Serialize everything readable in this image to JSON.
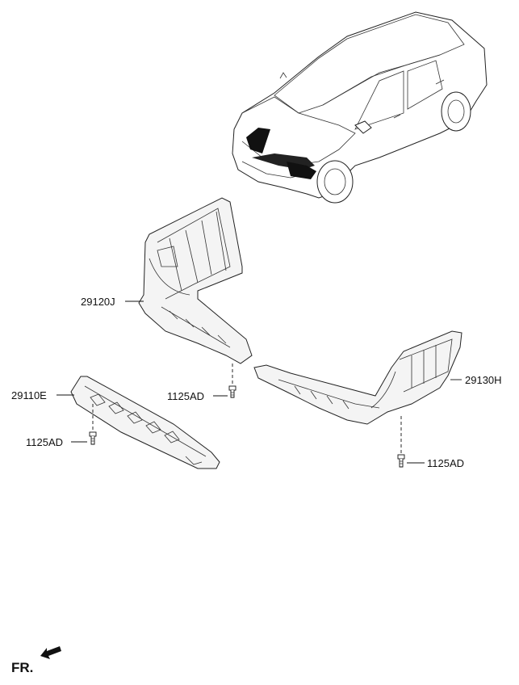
{
  "labels": {
    "left_cover": "29120J",
    "right_cover": "29130H",
    "front_cover": "29110E",
    "bolt_left": "1125AD",
    "bolt_center": "1125AD",
    "bolt_right": "1125AD"
  },
  "direction": {
    "text": "FR."
  }
}
